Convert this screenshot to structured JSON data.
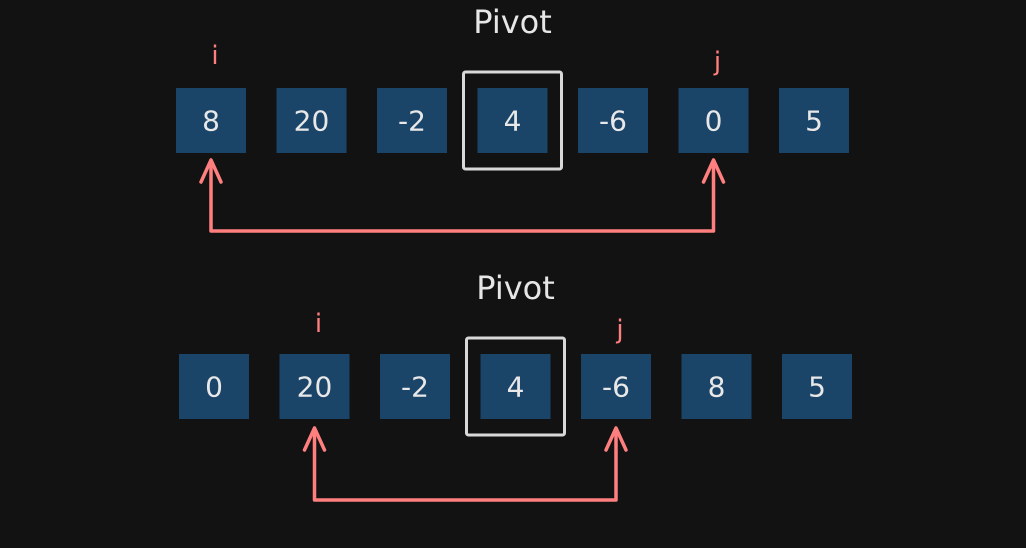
{
  "rows": [
    {
      "values": [
        "8",
        "20",
        "-2",
        "4",
        "-6",
        "0",
        "5"
      ],
      "pivot_label": "Pivot",
      "pivot_index": 3,
      "i_label": "i",
      "i_index": 0,
      "j_label": "j",
      "j_index": 5
    },
    {
      "values": [
        "0",
        "20",
        "-2",
        "4",
        "-6",
        "8",
        "5"
      ],
      "pivot_label": "Pivot",
      "pivot_index": 3,
      "i_label": "i",
      "i_index": 1,
      "j_label": "j",
      "j_index": 4
    }
  ],
  "colors": {
    "background": "#121212",
    "cell": "#1a4468",
    "cell_text": "#e8e8e8",
    "pivot_box": "#d9d9d9",
    "pointer": "#ff7f7f"
  }
}
